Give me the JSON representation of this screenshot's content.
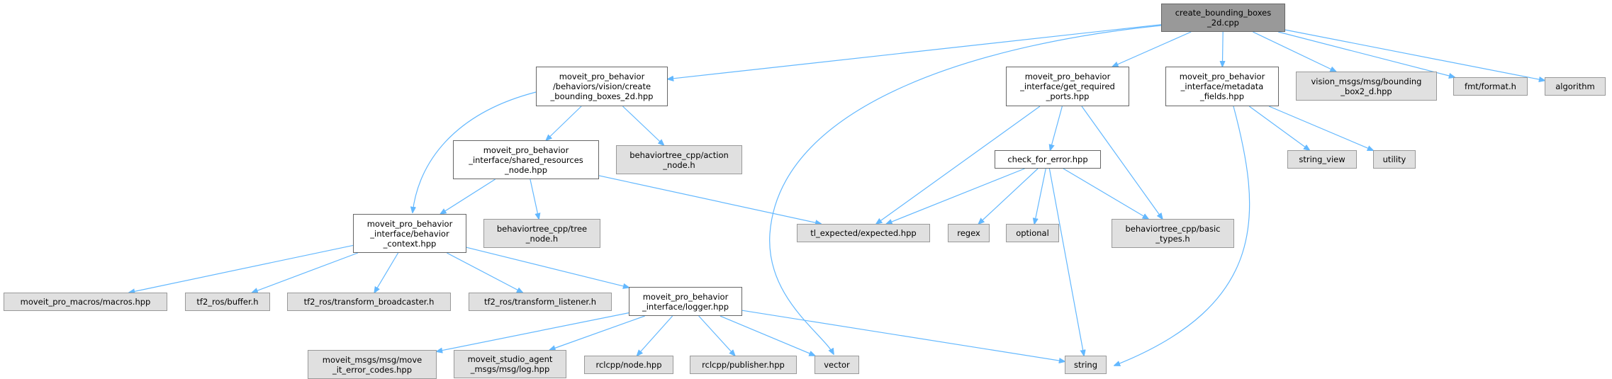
{
  "graph": {
    "title": "create_bounding_boxes_2d.cpp include dependency graph",
    "colors": {
      "edge": "#63b8ff",
      "root_fill": "#999999",
      "doc_fill": "#ffffff",
      "external_fill": "#e0e0e0"
    },
    "nodes": [
      {
        "id": "root",
        "kind": "root",
        "lines": [
          "create_bounding_boxes",
          "_2d.cpp"
        ]
      },
      {
        "id": "bbox_hpp",
        "kind": "white",
        "lines": [
          "moveit_pro_behavior",
          "/behaviors/vision/create",
          "_bounding_boxes_2d.hpp"
        ]
      },
      {
        "id": "get_required",
        "kind": "white",
        "lines": [
          "moveit_pro_behavior",
          "_interface/get_required",
          "_ports.hpp"
        ]
      },
      {
        "id": "metadata",
        "kind": "white",
        "lines": [
          "moveit_pro_behavior",
          "_interface/metadata",
          "_fields.hpp"
        ]
      },
      {
        "id": "vision",
        "kind": "gray",
        "lines": [
          "vision_msgs/msg/bounding",
          "_box2_d.hpp"
        ]
      },
      {
        "id": "fmt",
        "kind": "gray",
        "lines": [
          "fmt/format.h"
        ]
      },
      {
        "id": "algorithm",
        "kind": "gray",
        "lines": [
          "algorithm"
        ]
      },
      {
        "id": "shared",
        "kind": "white",
        "lines": [
          "moveit_pro_behavior",
          "_interface/shared_resources",
          "_node.hpp"
        ]
      },
      {
        "id": "action_node",
        "kind": "gray",
        "lines": [
          "behaviortree_cpp/action",
          "_node.h"
        ]
      },
      {
        "id": "check_error",
        "kind": "white",
        "lines": [
          "check_for_error.hpp"
        ]
      },
      {
        "id": "string_view",
        "kind": "gray",
        "lines": [
          "string_view"
        ]
      },
      {
        "id": "utility",
        "kind": "gray",
        "lines": [
          "utility"
        ]
      },
      {
        "id": "context",
        "kind": "white",
        "lines": [
          "moveit_pro_behavior",
          "_interface/behavior",
          "_context.hpp"
        ]
      },
      {
        "id": "tree_node",
        "kind": "gray",
        "lines": [
          "behaviortree_cpp/tree",
          "_node.h"
        ]
      },
      {
        "id": "tl_expected",
        "kind": "gray",
        "lines": [
          "tl_expected/expected.hpp"
        ]
      },
      {
        "id": "regex",
        "kind": "gray",
        "lines": [
          "regex"
        ]
      },
      {
        "id": "optional",
        "kind": "gray",
        "lines": [
          "optional"
        ]
      },
      {
        "id": "basic_types",
        "kind": "gray",
        "lines": [
          "behaviortree_cpp/basic",
          "_types.h"
        ]
      },
      {
        "id": "macros",
        "kind": "gray",
        "lines": [
          "moveit_pro_macros/macros.hpp"
        ]
      },
      {
        "id": "buffer",
        "kind": "gray",
        "lines": [
          "tf2_ros/buffer.h"
        ]
      },
      {
        "id": "broadcaster",
        "kind": "gray",
        "lines": [
          "tf2_ros/transform_broadcaster.h"
        ]
      },
      {
        "id": "listener",
        "kind": "gray",
        "lines": [
          "tf2_ros/transform_listener.h"
        ]
      },
      {
        "id": "logger",
        "kind": "white",
        "lines": [
          "moveit_pro_behavior",
          "_interface/logger.hpp"
        ]
      },
      {
        "id": "error_codes",
        "kind": "gray",
        "lines": [
          "moveit_msgs/msg/move",
          "_it_error_codes.hpp"
        ]
      },
      {
        "id": "log",
        "kind": "gray",
        "lines": [
          "moveit_studio_agent",
          "_msgs/msg/log.hpp"
        ]
      },
      {
        "id": "node_hpp",
        "kind": "gray",
        "lines": [
          "rclcpp/node.hpp"
        ]
      },
      {
        "id": "publisher",
        "kind": "gray",
        "lines": [
          "rclcpp/publisher.hpp"
        ]
      },
      {
        "id": "vector",
        "kind": "gray",
        "lines": [
          "vector"
        ]
      },
      {
        "id": "string",
        "kind": "gray",
        "lines": [
          "string"
        ]
      }
    ],
    "edges": [
      [
        "root",
        "bbox_hpp"
      ],
      [
        "root",
        "vector"
      ],
      [
        "root",
        "get_required"
      ],
      [
        "root",
        "metadata"
      ],
      [
        "root",
        "vision"
      ],
      [
        "root",
        "fmt"
      ],
      [
        "root",
        "algorithm"
      ],
      [
        "bbox_hpp",
        "context"
      ],
      [
        "bbox_hpp",
        "shared"
      ],
      [
        "bbox_hpp",
        "action_node"
      ],
      [
        "shared",
        "context"
      ],
      [
        "shared",
        "tree_node"
      ],
      [
        "shared",
        "tl_expected"
      ],
      [
        "context",
        "macros"
      ],
      [
        "context",
        "buffer"
      ],
      [
        "context",
        "broadcaster"
      ],
      [
        "context",
        "listener"
      ],
      [
        "context",
        "logger"
      ],
      [
        "logger",
        "error_codes"
      ],
      [
        "logger",
        "log"
      ],
      [
        "logger",
        "node_hpp"
      ],
      [
        "logger",
        "publisher"
      ],
      [
        "logger",
        "vector"
      ],
      [
        "logger",
        "string"
      ],
      [
        "get_required",
        "check_error"
      ],
      [
        "get_required",
        "tl_expected"
      ],
      [
        "get_required",
        "basic_types"
      ],
      [
        "check_error",
        "tl_expected"
      ],
      [
        "check_error",
        "regex"
      ],
      [
        "check_error",
        "optional"
      ],
      [
        "check_error",
        "string"
      ],
      [
        "check_error",
        "basic_types"
      ],
      [
        "metadata",
        "string"
      ],
      [
        "metadata",
        "string_view"
      ],
      [
        "metadata",
        "utility"
      ]
    ]
  }
}
